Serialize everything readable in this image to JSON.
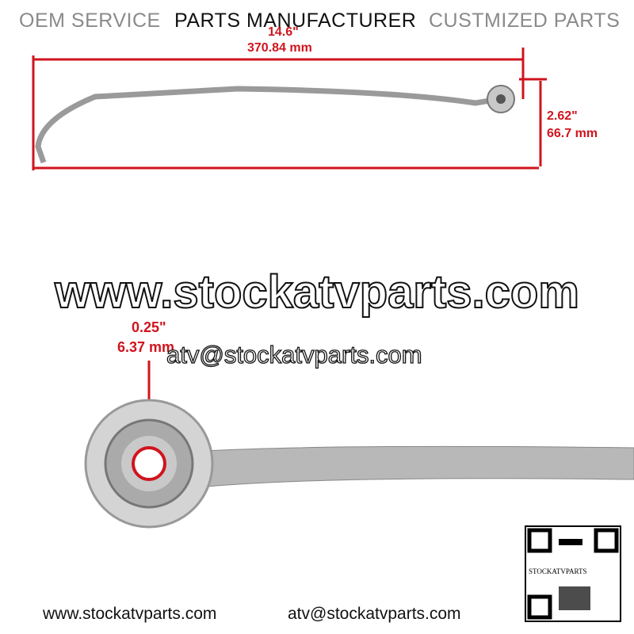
{
  "header": {
    "left": "OEM SERVICE",
    "center": "PARTS MANUFACTURER",
    "right": "CUSTMIZED PARTS"
  },
  "dimensions": {
    "length_in": "14.6\"",
    "length_mm": "370.84 mm",
    "height_in": "2.62\"",
    "height_mm": "66.7 mm",
    "bore_in": "0.25\"",
    "bore_mm": "6.37 mm"
  },
  "watermark": {
    "site": "www.stockatvparts.com",
    "email": "atv@stockatvparts.com"
  },
  "qr": {
    "label": "STOCKATVPARTS"
  },
  "footer": {
    "site": "www.stockatvparts.com",
    "email": "atv@stockatvparts.com"
  },
  "colors": {
    "dimension": "#d0141e",
    "header": "#8a8a8a"
  }
}
